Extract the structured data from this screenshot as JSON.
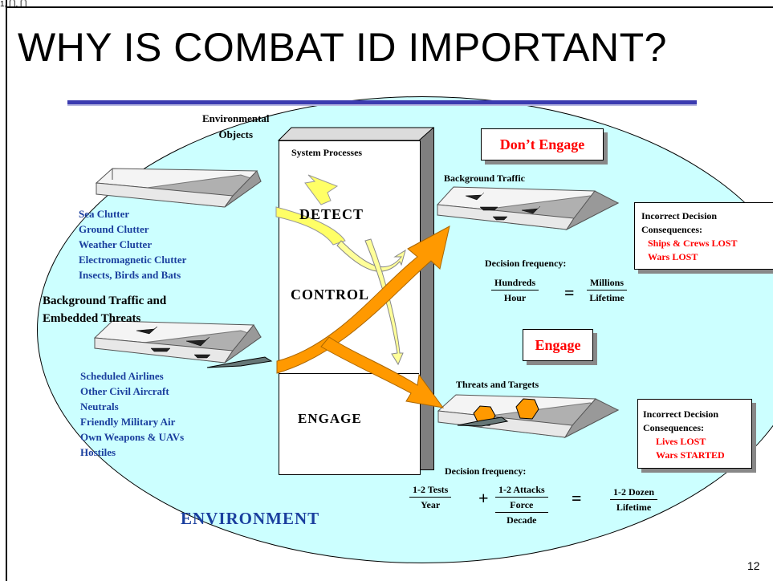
{
  "corner_text": "1, [  ], [  ]",
  "title": "WHY IS COMBAT ID IMPORTANT?",
  "environmental_objects": [
    "Environmental",
    "Objects"
  ],
  "clutter_list": [
    "Sea Clutter",
    "Ground Clutter",
    "Weather Clutter",
    "Electromagnetic Clutter",
    "Insects, Birds and Bats"
  ],
  "background_heading": [
    "Background Traffic and",
    "Embedded Threats"
  ],
  "traffic_list": [
    "Scheduled Airlines",
    "Other Civil Aircraft",
    "Neutrals",
    "Friendly Military Air",
    "Own Weapons & UAVs",
    "Hostiles"
  ],
  "environment_label": "ENVIRONMENT",
  "system": {
    "header": "System Processes",
    "detect": "DETECT",
    "control": "CONTROL",
    "engage": "ENGAGE"
  },
  "dont_engage": {
    "label": "Don’t Engage",
    "scene_label": "Background Traffic",
    "freq_label": "Decision frequency:",
    "lhs_num": "Hundreds",
    "lhs_den": "Hour",
    "equals": "=",
    "rhs_num": "Millions",
    "rhs_den": "Lifetime",
    "consequences_title": [
      "Incorrect Decision",
      "Consequences:"
    ],
    "consequences": [
      "Ships & Crews LOST",
      "Wars LOST"
    ]
  },
  "engage": {
    "label": "Engage",
    "scene_label": "Threats and Targets",
    "freq_label": "Decision frequency:",
    "a_num": "1-2 Tests",
    "a_den": "Year",
    "plus": "+",
    "b_num": "1-2 Attacks",
    "b_den1": "Force",
    "b_den2": "Decade",
    "equals": "=",
    "c_num": "1-2 Dozen",
    "c_den": "Lifetime",
    "consequences_title": [
      "Incorrect Decision",
      "Consequences:"
    ],
    "consequences": [
      "Lives LOST",
      "Wars STARTED"
    ]
  },
  "page_number": "12",
  "colors": {
    "environment_fill": "#ccffff",
    "title_rule": "#3b3bb0",
    "list_text": "#1a3f9e",
    "alert_text": "#ff0000",
    "big_arrow": "#ff9900",
    "detect_arrow": "#ffff66",
    "target_fill": "#ff9900"
  }
}
